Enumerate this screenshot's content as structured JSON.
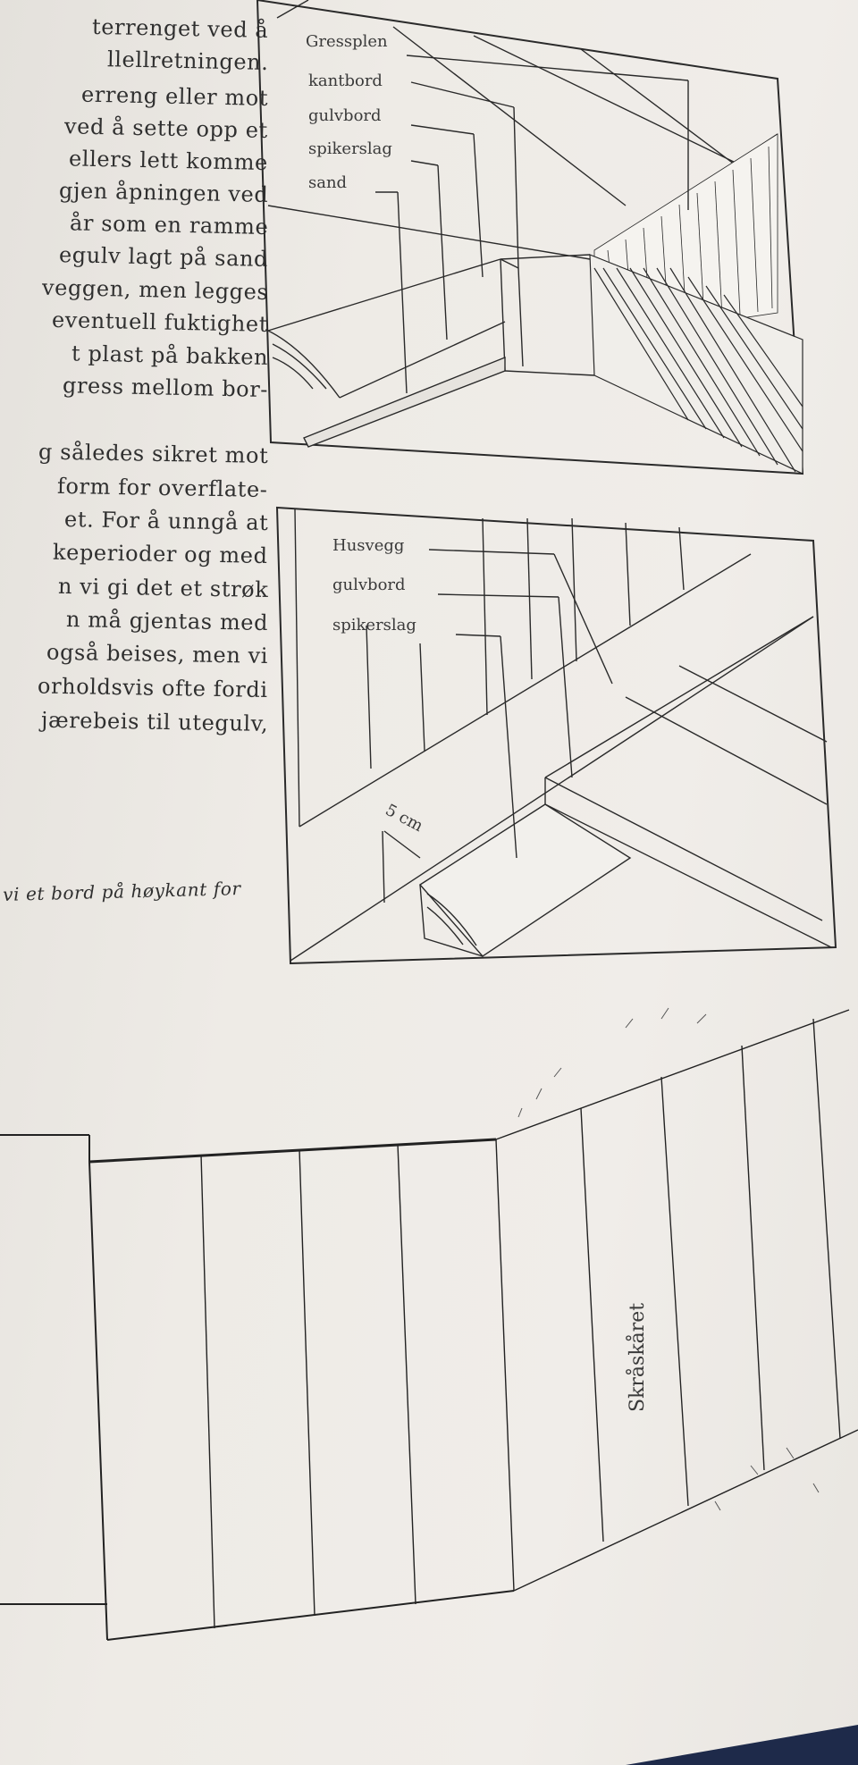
{
  "text_lines": [
    "terrenget ved å",
    "llellretningen.",
    "erreng eller mot",
    "ved å sette opp et",
    "ellers lett komme",
    "gjen åpningen ved",
    "år som en ramme",
    "egulv lagt på sand",
    "veggen, men legges",
    "eventuell fuktighet",
    "t plast på bakken",
    "gress mellom bor-",
    "g således sikret mot",
    "form for overflate-",
    "et. For å unngå at",
    "keperioder og med",
    "n vi gi det et strøk",
    "n må gjentas med",
    "også beises, men vi",
    "orholdsvis ofte fordi",
    "jærebeis til utegulv,"
  ],
  "caption": "r vi et bord på høykant for",
  "figure1": {
    "labels": [
      "Gressplen",
      "kantbord",
      "gulvbord",
      "spikerslag",
      "sand"
    ]
  },
  "figure2": {
    "labels": [
      "Husvegg",
      "gulvbord",
      "spikerslag"
    ],
    "dimension": "5 cm"
  },
  "figure3": {
    "label": "Skråskåret"
  }
}
